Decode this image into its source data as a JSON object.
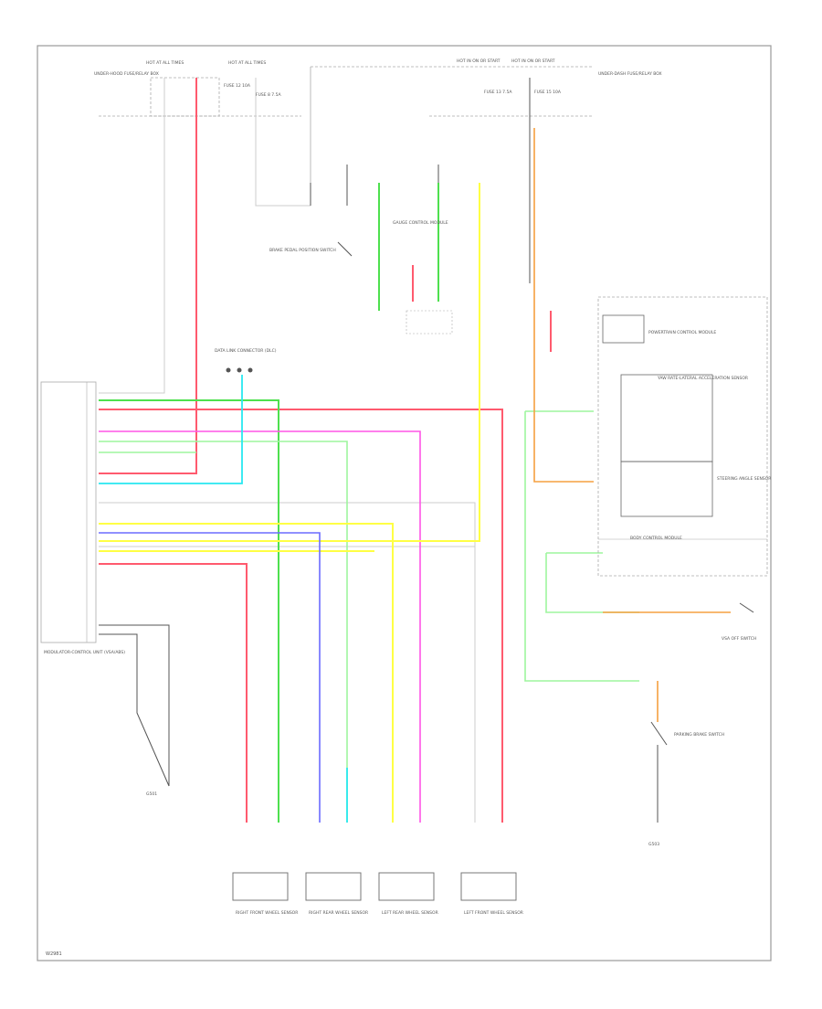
{
  "diagram": {
    "page_id": "W2981",
    "fuse_blocks": {
      "top_left_1": "HOT AT ALL TIMES",
      "top_left_2": "HOT AT ALL TIMES",
      "top_right_1": "HOT IN ON OR START",
      "top_right_2": "HOT IN ON OR START"
    },
    "fuse_labels": {
      "f1": "FUSE 12 10A",
      "f2": "FUSE 8 7.5A",
      "f3": "FUSE 13 7.5A",
      "f4": "FUSE 15 10A"
    },
    "fuse_box_left": "UNDER-HOOD FUSE/RELAY BOX",
    "fuse_box_right": "UNDER-DASH FUSE/RELAY BOX",
    "components": {
      "main_module": "MODULATOR-CONTROL UNIT (VSA/ABS)",
      "brake_switch": "BRAKE PEDAL POSITION SWITCH",
      "dlc": "DATA LINK CONNECTOR (DLC)",
      "combination_meter": "GAUGE CONTROL MODULE",
      "vsa_off_switch": "VSA OFF SWITCH",
      "vehicle_control_module": "POWERTRAIN CONTROL MODULE",
      "body_control": "BODY CONTROL MODULE",
      "yaw_sensor": "YAW RATE-LATERAL ACCELERATION SENSOR",
      "steering_sensor": "STEERING ANGLE SENSOR",
      "parking_brake": "PARKING BRAKE SWITCH",
      "ground_left": "G501",
      "ground_right": "G503",
      "wheel_rf": "RIGHT FRONT WHEEL SENSOR",
      "wheel_rr": "RIGHT REAR WHEEL SENSOR",
      "wheel_lr": "LEFT REAR WHEEL SENSOR",
      "wheel_lf": "LEFT FRONT WHEEL SENSOR"
    },
    "wire_colors": {
      "red": "#ff5a6e",
      "green": "#4ee04e",
      "pink": "#ff55e6",
      "light_green": "#8ef58e",
      "cyan": "#28e8f0",
      "yellow": "#ffff44",
      "blue": "#6b6bff",
      "orange": "#f5a040",
      "gray": "#c8c8c8",
      "dark": "#444444",
      "frame": "#999999"
    }
  }
}
